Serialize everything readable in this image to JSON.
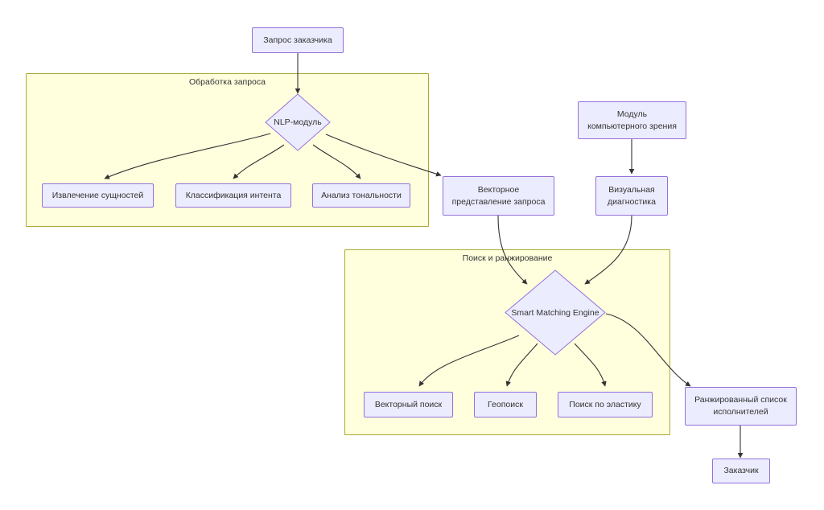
{
  "diagram": {
    "type": "flowchart",
    "direction": "top-down",
    "background": "#ffffff",
    "node_fill": "#ececff",
    "node_stroke": "#9370db",
    "cluster_fill": "#ffffde",
    "cluster_stroke": "#aaaa33",
    "edge_stroke": "#333333",
    "text_color": "#333333"
  },
  "clusters": [
    {
      "id": "cluster-processing",
      "label": "Обработка запроса"
    },
    {
      "id": "cluster-search",
      "label": "Поиск и ранжирование"
    }
  ],
  "nodes": [
    {
      "id": "request",
      "shape": "rect",
      "label": "Запрос заказчика",
      "lines": [
        "Запрос заказчика"
      ]
    },
    {
      "id": "nlp",
      "shape": "diamond",
      "label": "NLP-модуль",
      "lines": [
        "NLP-модуль"
      ]
    },
    {
      "id": "entities",
      "shape": "rect",
      "label": "Извлечение сущностей",
      "lines": [
        "Извлечение сущностей"
      ]
    },
    {
      "id": "intent",
      "shape": "rect",
      "label": "Классификация интента",
      "lines": [
        "Классификация интента"
      ]
    },
    {
      "id": "sentiment",
      "shape": "rect",
      "label": "Анализ тональности",
      "lines": [
        "Анализ тональности"
      ]
    },
    {
      "id": "vector-repr",
      "shape": "rect",
      "label": "Векторное представление запроса",
      "lines": [
        "Векторное",
        "представление запроса"
      ]
    },
    {
      "id": "cv-module",
      "shape": "rect",
      "label": "Модуль компьютерного зрения",
      "lines": [
        "Модуль",
        "компьютерного зрения"
      ]
    },
    {
      "id": "visual-diag",
      "shape": "rect",
      "label": "Визуальная диагностика",
      "lines": [
        "Визуальная",
        "диагностика"
      ]
    },
    {
      "id": "smart-matching",
      "shape": "diamond",
      "label": "Smart Matching Engine",
      "lines": [
        "Smart Matching Engine"
      ]
    },
    {
      "id": "vector-search",
      "shape": "rect",
      "label": "Векторный поиск",
      "lines": [
        "Векторный поиск"
      ]
    },
    {
      "id": "geo-search",
      "shape": "rect",
      "label": "Геопоиск",
      "lines": [
        "Геопоиск"
      ]
    },
    {
      "id": "elastic-search",
      "shape": "rect",
      "label": "Поиск по эластику",
      "lines": [
        "Поиск по эластику"
      ]
    },
    {
      "id": "ranked-list",
      "shape": "rect",
      "label": "Ранжированный список исполнителей",
      "lines": [
        "Ранжированный список",
        "исполнителей"
      ]
    },
    {
      "id": "customer",
      "shape": "rect",
      "label": "Заказчик",
      "lines": [
        "Заказчик"
      ]
    }
  ],
  "edges": [
    {
      "from": "request",
      "to": "nlp"
    },
    {
      "from": "nlp",
      "to": "entities"
    },
    {
      "from": "nlp",
      "to": "intent"
    },
    {
      "from": "nlp",
      "to": "sentiment"
    },
    {
      "from": "nlp",
      "to": "vector-repr"
    },
    {
      "from": "cv-module",
      "to": "visual-diag"
    },
    {
      "from": "vector-repr",
      "to": "smart-matching"
    },
    {
      "from": "visual-diag",
      "to": "smart-matching"
    },
    {
      "from": "smart-matching",
      "to": "vector-search"
    },
    {
      "from": "smart-matching",
      "to": "geo-search"
    },
    {
      "from": "smart-matching",
      "to": "elastic-search"
    },
    {
      "from": "smart-matching",
      "to": "ranked-list"
    },
    {
      "from": "ranked-list",
      "to": "customer"
    }
  ]
}
